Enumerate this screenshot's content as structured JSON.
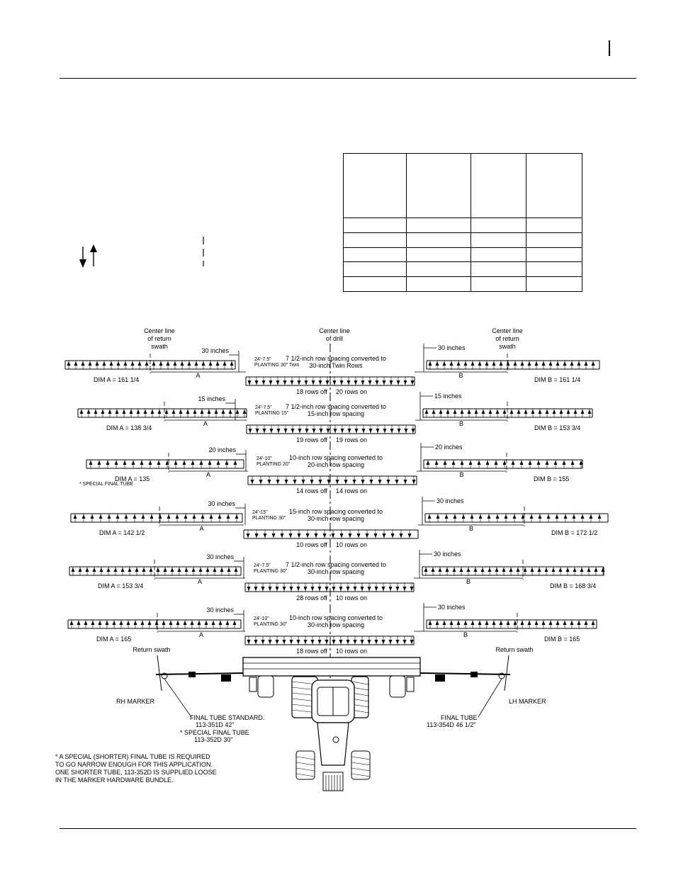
{
  "diagram": {
    "center_left": [
      "Center line",
      "of return",
      "swath"
    ],
    "center_mid": [
      "Center line",
      "of drill"
    ],
    "center_right": [
      "Center line",
      "of return",
      "swath"
    ],
    "panels": [
      {
        "left_spacing": "30 inches",
        "right_spacing": "30 inches",
        "setting": "24'-7.5\"",
        "planting": "PLANTING 30\" Twin",
        "desc1": "7 1/2-inch row spacing converted to",
        "desc2": "30-inch Twin Rows",
        "rows_off": "18 rows off",
        "rows_on": "20 rows on",
        "dim_a": "DIM A = 161 1/4",
        "dim_b": "DIM B = 161 1/4",
        "note": ""
      },
      {
        "left_spacing": "15 inches",
        "right_spacing": "15 inches",
        "setting": "24'-7.5\"",
        "planting": "PLANTING 15\"",
        "desc1": "7 1/2-inch row spacing converted to",
        "desc2": "15-inch row spacing",
        "rows_off": "19 rows off",
        "rows_on": "19 rows on",
        "dim_a": "DIM A = 138 3/4",
        "dim_b": "DIM B = 153 3/4",
        "note": ""
      },
      {
        "left_spacing": "20 inches",
        "right_spacing": "20 inches",
        "setting": "24'-10\"",
        "planting": "PLANTING 20\"",
        "desc1": "10-inch row spacing converted to",
        "desc2": "20-inch row spacing",
        "rows_off": "14 rows off",
        "rows_on": "14 rows on",
        "dim_a": "DIM A = 135",
        "dim_b": "DIM B = 155",
        "note": "* SPECIAL FINAL TUBE"
      },
      {
        "left_spacing": "30 inches",
        "right_spacing": "30 inches",
        "setting": "24'-15\"",
        "planting": "PLANTING 30\"",
        "desc1": "15-inch row spacing converted to",
        "desc2": "30-inch row spacing",
        "rows_off": "10 rows off",
        "rows_on": "10 rows on",
        "dim_a": "DIM A = 142 1/2",
        "dim_b": "DIM B = 172 1/2",
        "note": ""
      },
      {
        "left_spacing": "30 inches",
        "right_spacing": "30 inches",
        "setting": "24'-7.5\"",
        "planting": "PLANTING 30\"",
        "desc1": "7 1/2-inch row spacing converted to",
        "desc2": "30-inch row spacing",
        "rows_off": "28 rows off",
        "rows_on": "10 rows on",
        "dim_a": "DIM A = 153 3/4",
        "dim_b": "DIM B = 168 3/4",
        "note": ""
      },
      {
        "left_spacing": "30 inches",
        "right_spacing": "30 inches",
        "setting": "24'-10\"",
        "planting": "PLANTING 30\"",
        "desc1": "10-inch row spacing converted to",
        "desc2": "30-inch row spacing",
        "rows_off": "18 rows off",
        "rows_on": "10 rows on",
        "dim_a": "DIM A = 165",
        "dim_b": "DIM B = 165",
        "note": ""
      }
    ],
    "return_swath_left": "Return swath",
    "return_swath_right": "Return swath",
    "rh_marker": "RH MARKER",
    "lh_marker": "LH MARKER",
    "final_tube_std_1": "FINAL TUBE STANDARD.",
    "final_tube_std_2": "113-351D 42\"",
    "special_final_1": "* SPECIAL FINAL TUBE",
    "special_final_2": "113-352D 30\"",
    "final_tube_lh_1": "FINAL TUBE",
    "final_tube_lh_2": "113-354D 46 1/2\"",
    "footnote": [
      "* A SPECIAL (SHORTER) FINAL TUBE IS REQUIRED",
      "TO GO NARROW ENOUGH FOR THIS APPLICATION.",
      "ONE SHORTER TUBE, 113-352D IS SUPPLIED LOOSE",
      "IN THE MARKER HARDWARE BUNDLE."
    ]
  }
}
